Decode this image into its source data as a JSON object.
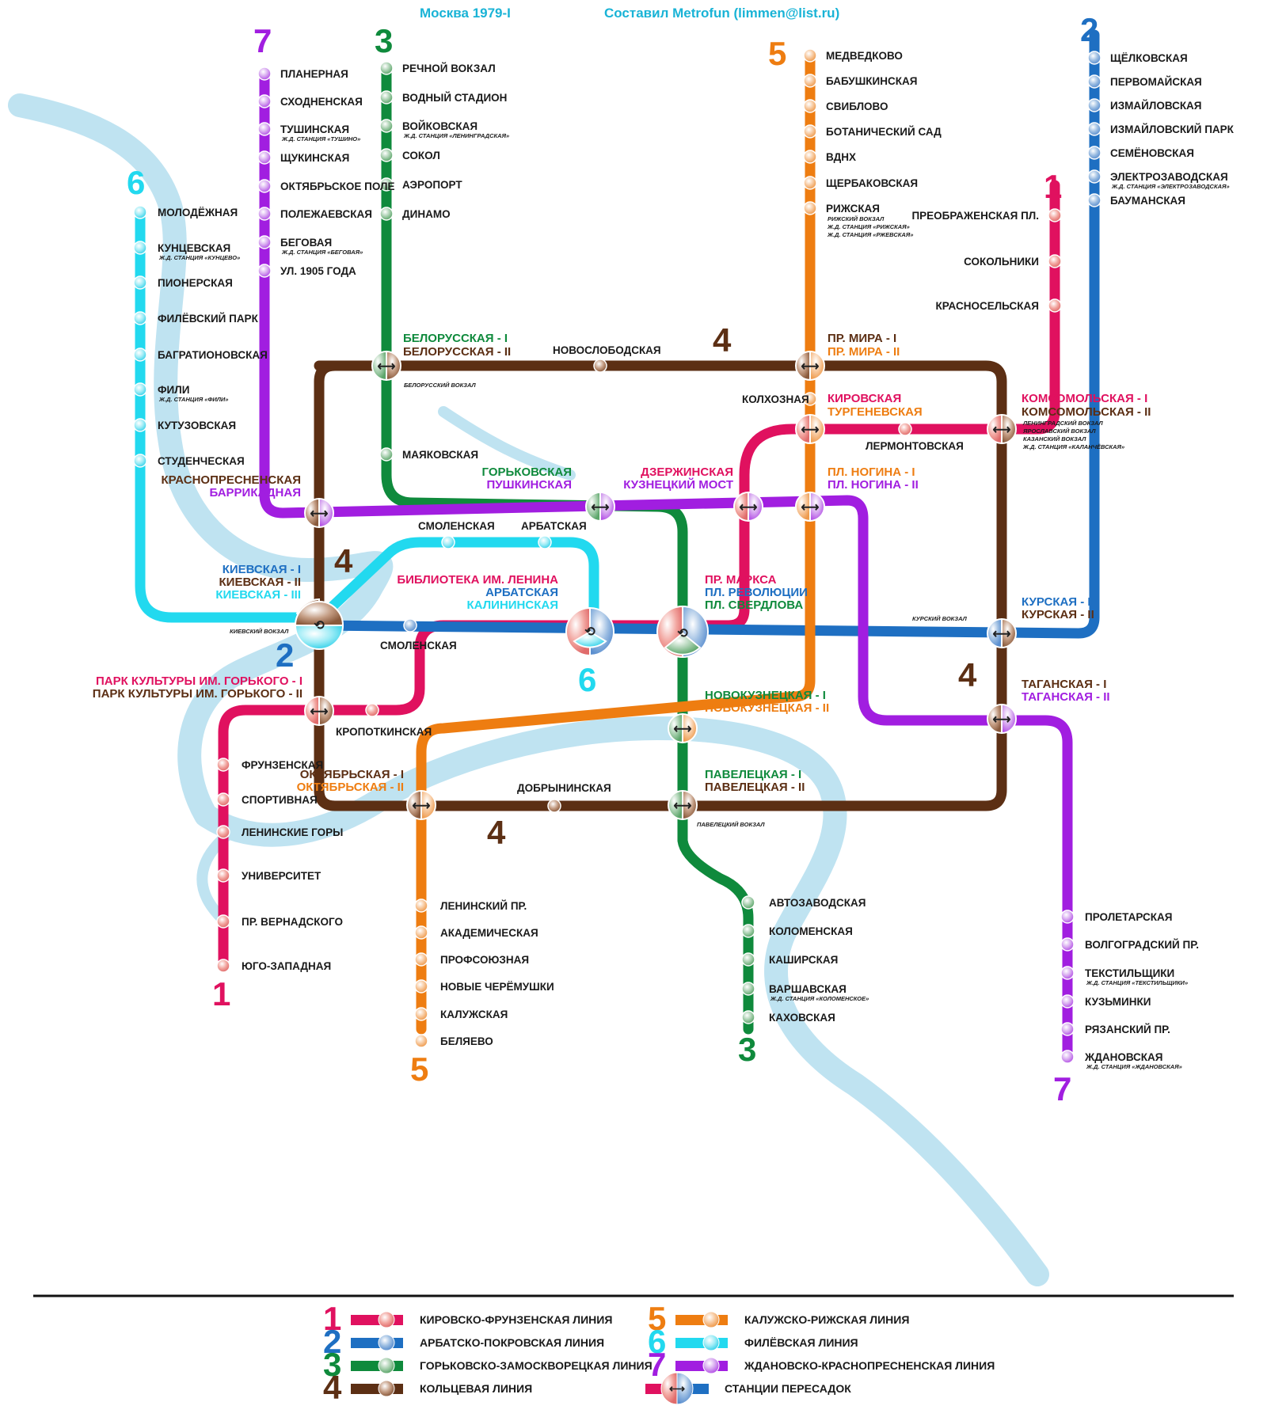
{
  "header": {
    "title": "Москва 1979-I",
    "author": "Составил Metrofun (limmen@list.ru)"
  },
  "line_colors": {
    "line1": "#e0115f",
    "line2": "#1e6fc2",
    "line3": "#0f8a3c",
    "line4": "#5c2f14",
    "line5": "#ee7d11",
    "line6": "#22d9ef",
    "line7": "#a11ee0",
    "river": "#bfe3f1"
  },
  "line_numbers": {
    "n1": "1",
    "n2": "2",
    "n3": "3",
    "n4": "4",
    "n5": "5",
    "n6": "6",
    "n7": "7"
  },
  "stations": {
    "line7_north": [
      "ПЛАНЕРНАЯ",
      "СХОДНЕНСКАЯ",
      "ТУШИНСКАЯ",
      "ЩУКИНСКАЯ",
      "ОКТЯБРЬСКОЕ ПОЛЕ",
      "ПОЛЕЖАЕВСКАЯ",
      "БЕГОВАЯ",
      "УЛ. 1905 ГОДА"
    ],
    "line7_north_sub": [
      "",
      "",
      "Ж.Д. СТАНЦИЯ «ТУШИНО»",
      "",
      "",
      "",
      "Ж.Д. СТАНЦИЯ «БЕГОВАЯ»",
      ""
    ],
    "line3_north": [
      "РЕЧНОЙ ВОКЗАЛ",
      "ВОДНЫЙ СТАДИОН",
      "ВОЙКОВСКАЯ",
      "СОКОЛ",
      "АЭРОПОРТ",
      "ДИНАМО"
    ],
    "line3_north_sub": [
      "",
      "",
      "Ж.Д. СТАНЦИЯ «ЛЕНИНГРАДСКАЯ»",
      "",
      "",
      ""
    ],
    "mayakovskaya": "МАЯКОВСКАЯ",
    "line5_north": [
      "МЕДВЕДКОВО",
      "БАБУШКИНСКАЯ",
      "СВИБЛОВО",
      "БОТАНИЧЕСКИЙ САД",
      "ВДНХ",
      "ЩЕРБАКОВСКАЯ",
      "РИЖСКАЯ"
    ],
    "rizhskaya_sub": [
      "РИЖСКИЙ ВОКЗАЛ",
      "Ж.Д. СТАНЦИЯ «РИЖСКАЯ»",
      "Ж.Д. СТАНЦИЯ «РЖЕВСКАЯ»"
    ],
    "line2_north": [
      "ЩЁЛКОВСКАЯ",
      "ПЕРВОМАЙСКАЯ",
      "ИЗМАЙЛОВСКАЯ",
      "ИЗМАЙЛОВСКИЙ ПАРК",
      "СЕМЁНОВСКАЯ",
      "ЭЛЕКТРОЗАВОДСКАЯ",
      "БАУМАНСКАЯ"
    ],
    "line2_north_sub": [
      "",
      "",
      "",
      "",
      "",
      "Ж.Д. СТАНЦИЯ «ЭЛЕКТРОЗАВОДСКАЯ»",
      ""
    ],
    "line1_north": [
      "ПРЕОБРАЖЕНСКАЯ ПЛ.",
      "СОКОЛЬНИКИ",
      "КРАСНОСЕЛЬСКАЯ"
    ],
    "line6": [
      "МОЛОДЁЖНАЯ",
      "КУНЦЕВСКАЯ",
      "ПИОНЕРСКАЯ",
      "ФИЛЁВСКИЙ ПАРК",
      "БАГРАТИОНОВСКАЯ",
      "ФИЛИ",
      "КУТУЗОВСКАЯ",
      "СТУДЕНЧЕСКАЯ"
    ],
    "line6_sub": [
      "",
      "Ж.Д. СТАНЦИЯ «КУНЦЕВО»",
      "",
      "",
      "",
      "Ж.Д. СТАНЦИЯ «ФИЛИ»",
      "",
      ""
    ],
    "smolenskaya_6": "СМОЛЕНСКАЯ",
    "arbatskaya_6": "АРБАТСКАЯ",
    "smolenskaya_3": "СМОЛЕНСКАЯ",
    "novoslobodskaya": "НОВОСЛОБОДСКАЯ",
    "belorussky_vokzal": "БЕЛОРУССКИЙ ВОКЗАЛ",
    "kolkhoznaya": "КОЛХОЗНАЯ",
    "lermontovskaya": "ЛЕРМОНТОВСКАЯ",
    "kursky_vokzal": "КУРСКИЙ ВОКЗАЛ",
    "kievsky_vokzal": "КИЕВСКИЙ ВОКЗАЛ",
    "kropotkinskaya": "КРОПОТКИНСКАЯ",
    "dobryninskaya": "ДОБРЫНИНСКАЯ",
    "paveletsky_vokzal": "ПАВЕЛЕЦКИЙ ВОКЗАЛ",
    "line1_south": [
      "ФРУНЗЕНСКАЯ",
      "СПОРТИВНАЯ",
      "ЛЕНИНСКИЕ ГОРЫ",
      "УНИВЕРСИТЕТ",
      "ПР. ВЕРНАДСКОГО",
      "ЮГО-ЗАПАДНАЯ"
    ],
    "line5_south": [
      "ЛЕНИНСКИЙ ПР.",
      "АКАДЕМИЧЕСКАЯ",
      "ПРОФСОЮЗНАЯ",
      "НОВЫЕ ЧЕРЁМУШКИ",
      "КАЛУЖСКАЯ",
      "БЕЛЯЕВО"
    ],
    "line3_south": [
      "АВТОЗАВОДСКАЯ",
      "КОЛОМЕНСКАЯ",
      "КАШИРСКАЯ",
      "ВАРШАВСКАЯ",
      "КАХОВСКАЯ"
    ],
    "line3_south_sub": [
      "",
      "",
      "",
      "Ж.Д. СТАНЦИЯ «КОЛОМЕНСКОЕ»",
      ""
    ],
    "line7_south": [
      "ПРОЛЕТАРСКАЯ",
      "ВОЛГОГРАДСКИЙ ПР.",
      "ТЕКСТИЛЬЩИКИ",
      "КУЗЬМИНКИ",
      "РЯЗАНСКИЙ ПР.",
      "ЖДАНОВСКАЯ"
    ],
    "line7_south_sub": [
      "",
      "",
      "Ж.Д. СТАНЦИЯ «ТЕКСТИЛЬЩИКИ»",
      "",
      "",
      "Ж.Д. СТАНЦИЯ «ЖДАНОВСКАЯ»"
    ]
  },
  "interchanges": {
    "belorusskaya": [
      "БЕЛОРУССКАЯ - I",
      "БЕЛОРУССКАЯ - II"
    ],
    "pr_mira": [
      "ПР. МИРА - I",
      "ПР. МИРА - II"
    ],
    "kirovskaya": [
      "КИРОВСКАЯ",
      "ТУРГЕНЕВСКАЯ"
    ],
    "komsomolskaya": [
      "КОМСОМОЛЬСКАЯ - I",
      "КОМСОМОЛЬСКАЯ - II"
    ],
    "komsomolskaya_sub": [
      "ЛЕНИНГРАДСКИЙ ВОКЗАЛ",
      "ЯРОСЛАВСКИЙ ВОКЗАЛ",
      "КАЗАНСКИЙ ВОКЗАЛ",
      "Ж.Д. СТАНЦИЯ «КАЛАНЧЁВСКАЯ»"
    ],
    "krasnopresnenskaya": [
      "КРАСНОПРЕСНЕНСКАЯ",
      "БАРРИКАДНАЯ"
    ],
    "gorkovskaya": [
      "ГОРЬКОВСКАЯ",
      "ПУШКИНСКАЯ"
    ],
    "dzerzhinskaya": [
      "ДЗЕРЖИНСКАЯ",
      "КУЗНЕЦКИЙ МОСТ"
    ],
    "pl_nogina": [
      "ПЛ. НОГИНА - I",
      "ПЛ. НОГИНА - II"
    ],
    "biblioteka": [
      "БИБЛИОТЕКА ИМ. ЛЕНИНА",
      "АРБАТСКАЯ",
      "КАЛИНИНСКАЯ"
    ],
    "pr_marksa": [
      "ПР. МАРКСА",
      "ПЛ. РЕВОЛЮЦИИ",
      "ПЛ. СВЕРДЛОВА"
    ],
    "kievskaya": [
      "КИЕВСКАЯ - I",
      "КИЕВСКАЯ - II",
      "КИЕВСКАЯ - III"
    ],
    "kurskaya": [
      "КУРСКАЯ - I",
      "КУРСКАЯ - II"
    ],
    "taganskaya": [
      "ТАГАНСКАЯ - I",
      "ТАГАНСКАЯ - II"
    ],
    "park_kultury": [
      "ПАРК КУЛЬТУРЫ ИМ. ГОРЬКОГО - I",
      "ПАРК КУЛЬТУРЫ ИМ. ГОРЬКОГО - II"
    ],
    "novokuznetskaya": [
      "НОВОКУЗНЕЦКАЯ - I",
      "НОВОКУЗНЕЦКАЯ - II"
    ],
    "oktyabrskaya": [
      "ОКТЯБРЬСКАЯ - I",
      "ОКТЯБРЬСКАЯ - II"
    ],
    "paveletskaya": [
      "ПАВЕЛЕЦКАЯ - I",
      "ПАВЕЛЕЦКАЯ - II"
    ]
  },
  "legend": {
    "line1": "КИРОВСКО-ФРУНЗЕНСКАЯ ЛИНИЯ",
    "line2": "АРБАТСКО-ПОКРОВСКАЯ ЛИНИЯ",
    "line3": "ГОРЬКОВСКО-ЗАМОСКВОРЕЦКАЯ ЛИНИЯ",
    "line4": "КОЛЬЦЕВАЯ ЛИНИЯ",
    "line5": "КАЛУЖСКО-РИЖСКАЯ ЛИНИЯ",
    "line6": "ФИЛЁВСКАЯ ЛИНИЯ",
    "line7": "ЖДАНОВСКО-КРАСНОПРЕСНЕНСКАЯ ЛИНИЯ",
    "interchange": "СТАНЦИИ ПЕРЕСАДОК"
  }
}
